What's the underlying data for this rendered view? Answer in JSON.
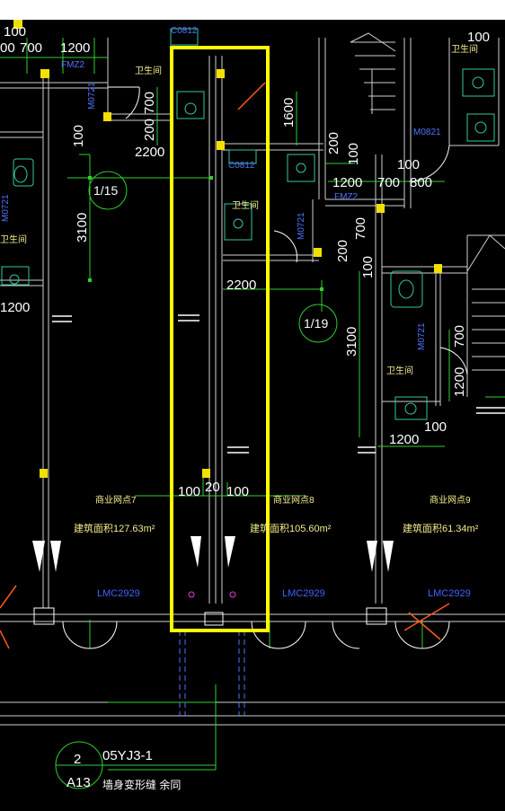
{
  "dims": [
    "100",
    "00",
    "700",
    "1200",
    "2200",
    "2200",
    "1200",
    "700",
    "800",
    "100",
    "100",
    "1200",
    "1200",
    "100",
    "100",
    "20",
    "100",
    "3100",
    "100",
    "200",
    "700",
    "1600",
    "200",
    "100",
    "200",
    "700",
    "100",
    "3100",
    "700",
    "1200"
  ],
  "grid_refs": [
    "1/15",
    "1/19"
  ],
  "rooms": [
    "卫生间"
  ],
  "shops": [
    {
      "name": "商业网点7",
      "area": "建筑面积127.63m²"
    },
    {
      "name": "商业网点8",
      "area": "建筑面积105.60m²"
    },
    {
      "name": "商业网点9",
      "area": "建筑面积61.34m²"
    }
  ],
  "codes": [
    "C0812",
    "FMZ2",
    "C0812",
    "M0821",
    "FMZ2",
    "M0721",
    "LMC2929"
  ],
  "callout": {
    "number": "2",
    "sheet": "A13",
    "atlas": "05YJ3-1",
    "note": "墙身变形缝 余同"
  },
  "colors": {
    "background": "#000000",
    "highlight": "#ffff00",
    "dimension": "#2fd02f",
    "code_text": "#4f74ff",
    "room_text": "#f5ec8c",
    "markup": "#ff5a1a"
  }
}
